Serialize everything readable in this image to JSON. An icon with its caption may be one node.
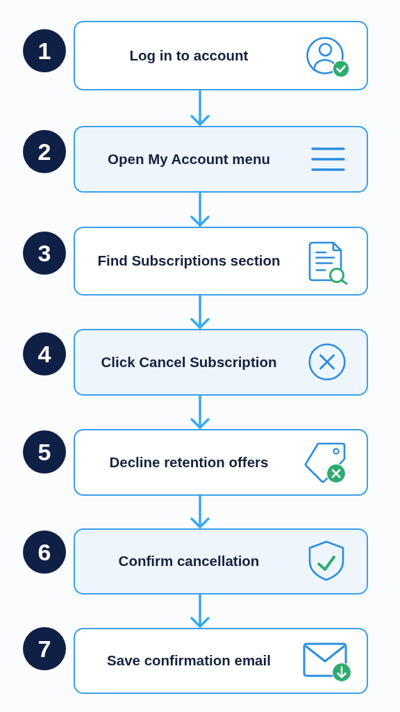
{
  "diagram": {
    "nodes": [
      {
        "text": [
          "1"
        ]
      },
      {
        "text": [
          "Log in to account"
        ]
      },
      {
        "text": [
          "2"
        ]
      },
      {
        "text": [
          "Open My Account menu"
        ]
      },
      {
        "text": [
          "3"
        ]
      },
      {
        "text": [
          "Find Subscriptions section"
        ]
      },
      {
        "text": [
          "4"
        ]
      },
      {
        "text": [
          "Click Cancel Subscription"
        ]
      },
      {
        "text": [
          "5"
        ]
      },
      {
        "text": [
          "Decline retention offers"
        ]
      },
      {
        "text": [
          "6"
        ]
      },
      {
        "text": [
          "Confirm cancellation"
        ]
      },
      {
        "text": [
          "7"
        ]
      },
      {
        "text": [
          "Save confirmation email"
        ]
      }
    ],
    "edges": [
      {
        "from": 1,
        "to": 3,
        "arrow": "to"
      },
      {
        "from": 3,
        "to": 5,
        "arrow": "to"
      },
      {
        "from": 5,
        "to": 7,
        "arrow": "to"
      },
      {
        "from": 7,
        "to": 9,
        "arrow": "to"
      },
      {
        "from": 9,
        "to": 11,
        "arrow": "to"
      },
      {
        "from": 11,
        "to": 13,
        "arrow": "to"
      }
    ]
  }
}
